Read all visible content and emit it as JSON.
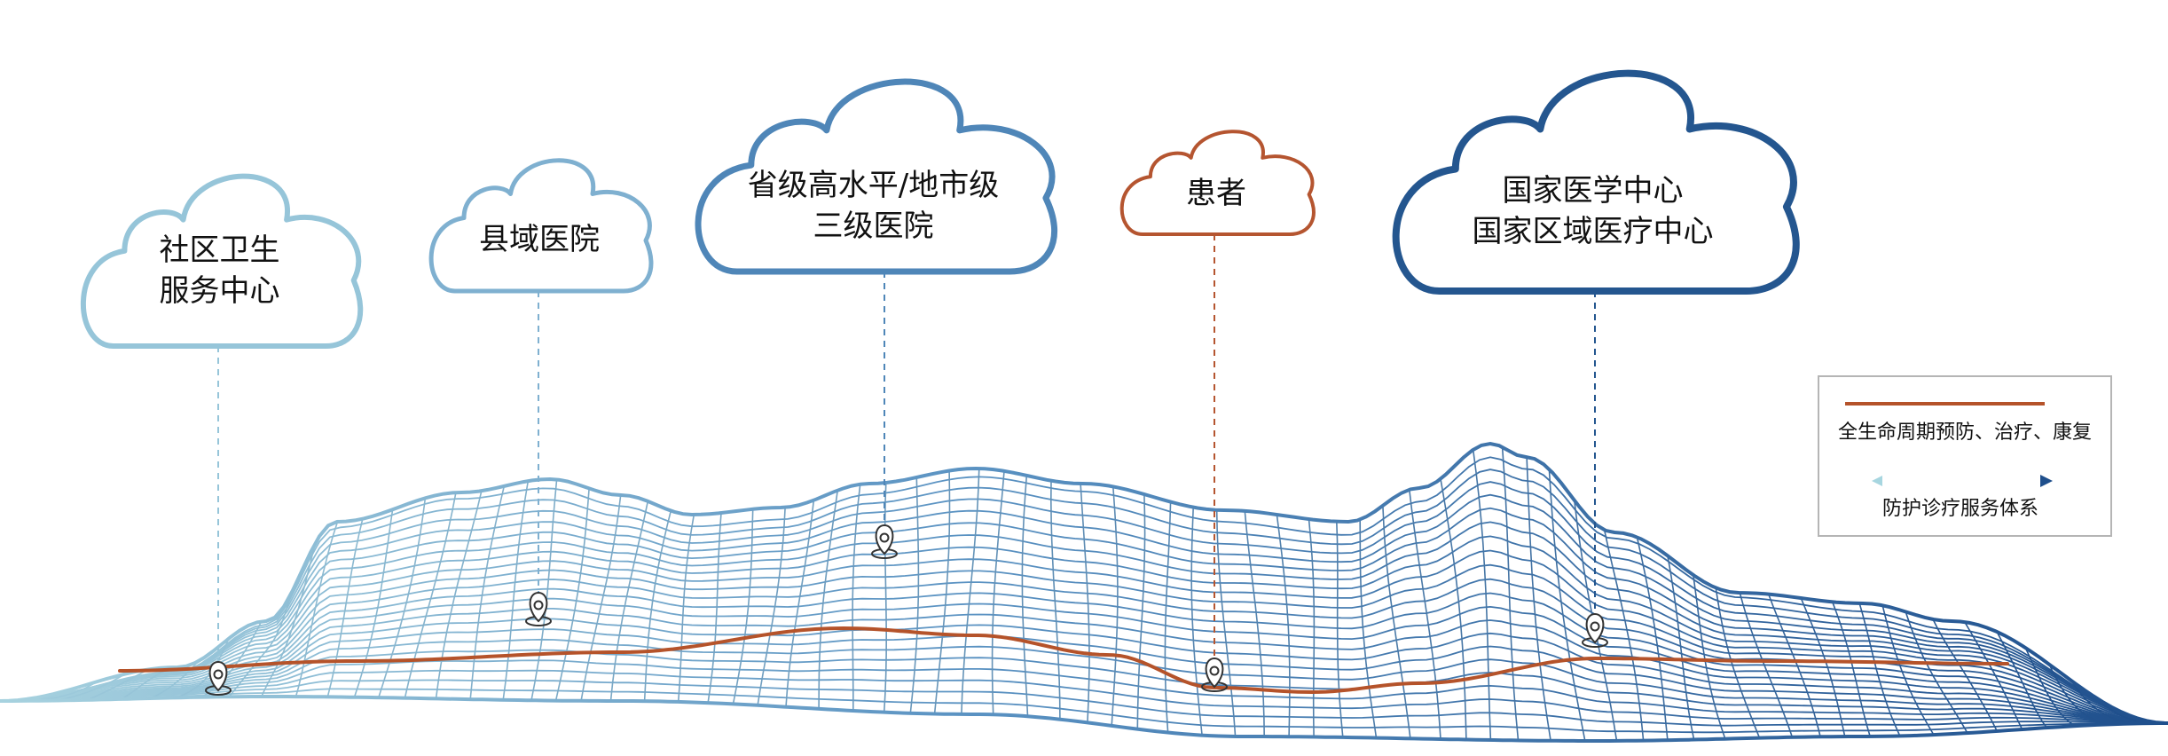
{
  "nodes": [
    {
      "id": "community",
      "lines": [
        "社区卫生",
        "服务中心"
      ],
      "color": "#96c5d9"
    },
    {
      "id": "county",
      "lines": [
        "县域医院"
      ],
      "color": "#7fb0d0"
    },
    {
      "id": "provincial",
      "lines": [
        "省级高水平/地市级",
        "三级医院"
      ],
      "color": "#4f86b8"
    },
    {
      "id": "patient",
      "lines": [
        "患者"
      ],
      "color": "#b55530"
    },
    {
      "id": "national",
      "lines": [
        "国家医学中心",
        "国家区域医疗中心"
      ],
      "color": "#24568f"
    }
  ],
  "legend": {
    "items": [
      {
        "label": "全生命周期预防、治疗、康复",
        "color": "#b5532a",
        "style": "line"
      },
      {
        "label": "防护诊疗服务体系",
        "color": "#2e5f9a",
        "style": "gradient-arrow"
      }
    ]
  },
  "colors": {
    "mesh_light": "#9ecbdc",
    "mesh_dark": "#1f4f8c",
    "path": "#b5532a",
    "pin": "#333333"
  }
}
